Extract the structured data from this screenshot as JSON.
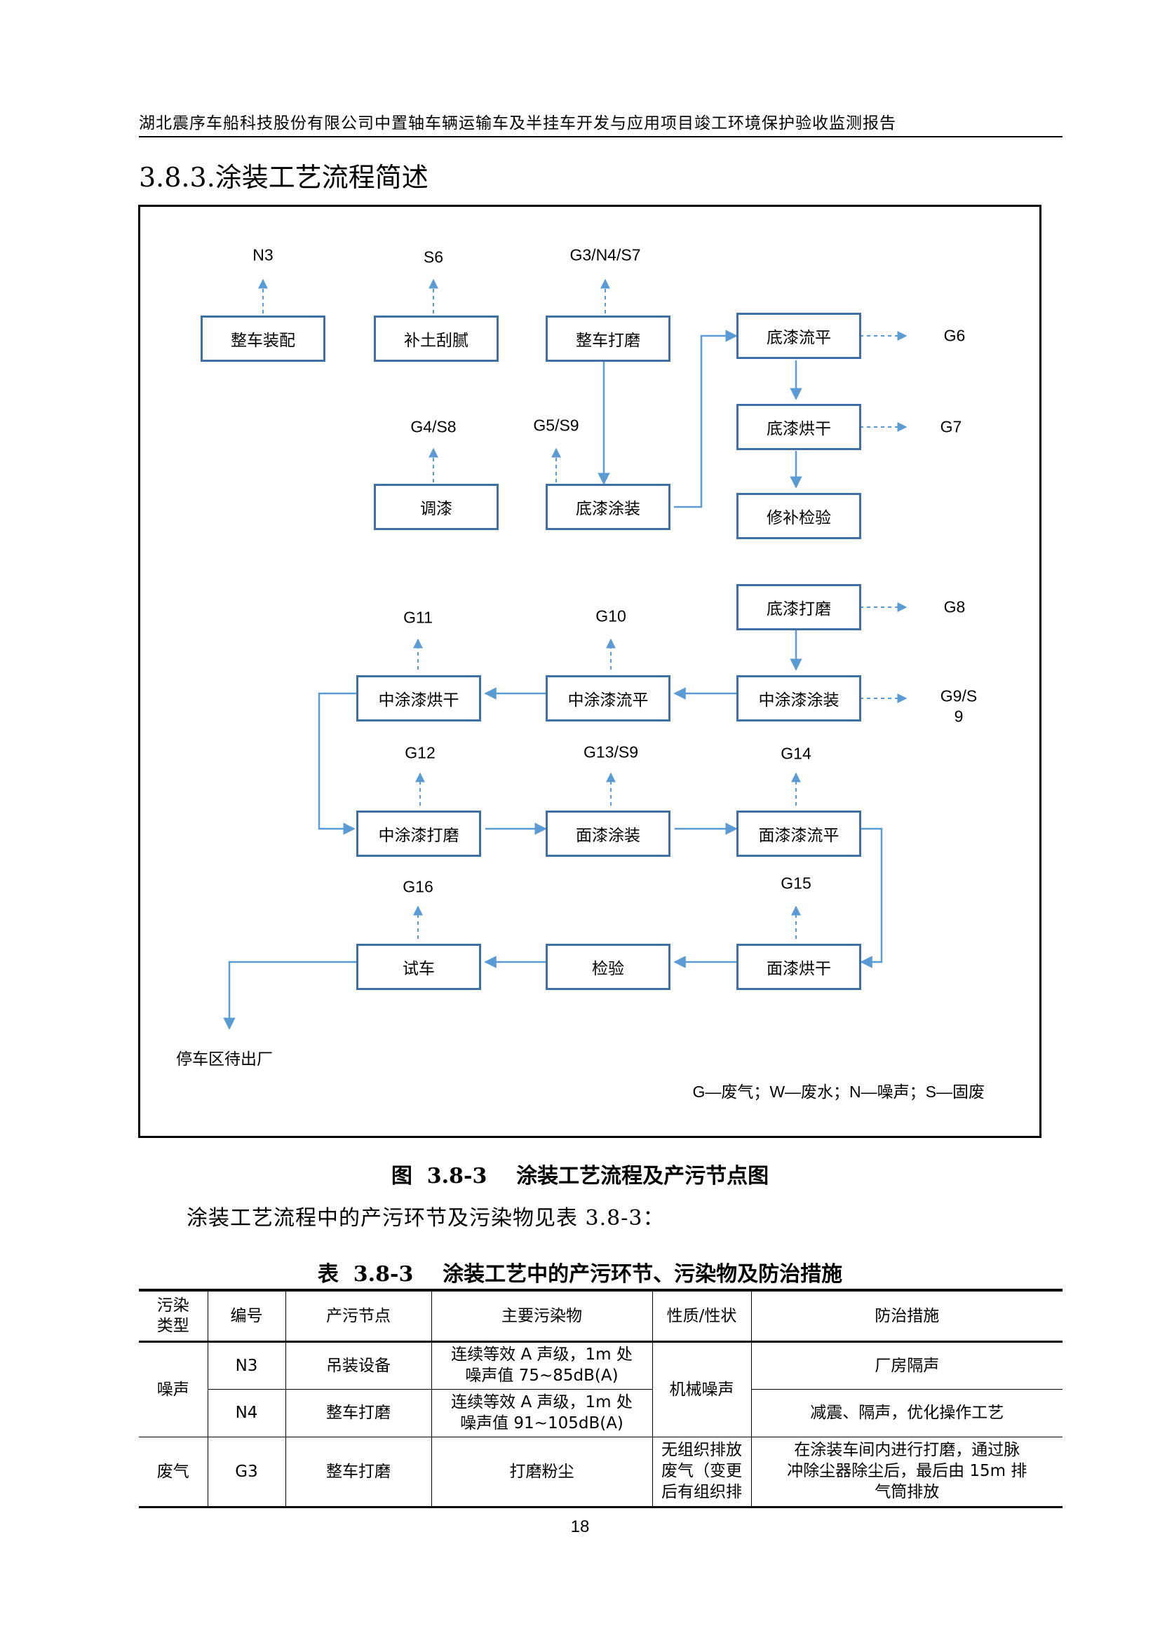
{
  "header": {
    "text": "湖北震序车船科技股份有限公司中置轴车辆运输车及半挂车开发与应用项目竣工环境保护验收监测报告"
  },
  "section": {
    "title": "3.8.3.涂装工艺流程简述"
  },
  "flowchart": {
    "steps": {
      "s1": "整车装配",
      "s2": "补土刮腻",
      "s3": "整车打磨",
      "s4": "调漆",
      "s5": "底漆涂装",
      "s6": "底漆流平",
      "s7": "底漆烘干",
      "s8": "修补检验",
      "s9": "底漆打磨",
      "s10": "中涂漆涂装",
      "s11": "中涂漆流平",
      "s12": "中涂漆烘干",
      "s13": "中涂漆打磨",
      "s14": "面漆涂装",
      "s15": "面漆漆流平",
      "s16": "面漆烘干",
      "s17": "检验",
      "s18": "试车"
    },
    "pollutants": {
      "p1": "N3",
      "p2": "S6",
      "p3": "G3/N4/S7",
      "p4": "G4/S8",
      "p5": "G5/S9",
      "p6": "G6",
      "p7": "G7",
      "p8": "G8",
      "p9": "G9/S\n9",
      "p10": "G10",
      "p11": "G11",
      "p12": "G12",
      "p13": "G13/S9",
      "p14": "G14",
      "p15": "G15",
      "p16": "G16"
    },
    "exit_label": "停车区待出厂",
    "legend": "G—废气；W—废水；N—噪声；S—固废",
    "colors": {
      "box_border": "#3f6fa5",
      "arrow": "#5b9bd5"
    }
  },
  "figure": {
    "caption": "图  3.8-3    涂装工艺流程及产污节点图"
  },
  "paragraph": "涂装工艺流程中的产污环节及污染物见表  3.8-3：",
  "table": {
    "title": "表  3.8-3    涂装工艺中的产污环节、污染物及防治措施",
    "headers": [
      "污染\n类型",
      "编号",
      "产污节点",
      "主要污染物",
      "性质/性状",
      "防治措施"
    ],
    "rows": [
      {
        "type": "噪声",
        "id": "N3",
        "node": "吊装设备",
        "pollutant": "连续等效 A 声级，1m 处\n噪声值 75~85dB(A)",
        "nature": "机械噪声",
        "measure": "厂房隔声"
      },
      {
        "id": "N4",
        "node": "整车打磨",
        "pollutant": "连续等效 A 声级，1m 处\n噪声值 91~105dB(A)",
        "measure": "减震、隔声，优化操作工艺"
      },
      {
        "type": "废气",
        "id": "G3",
        "node": "整车打磨",
        "pollutant": "打磨粉尘",
        "nature": "无组织排放\n废气（变更\n后有组织排",
        "measure": "在涂装车间内进行打磨，通过脉\n冲除尘器除尘后，最后由 15m 排\n气筒排放"
      }
    ]
  },
  "page_number": "18"
}
